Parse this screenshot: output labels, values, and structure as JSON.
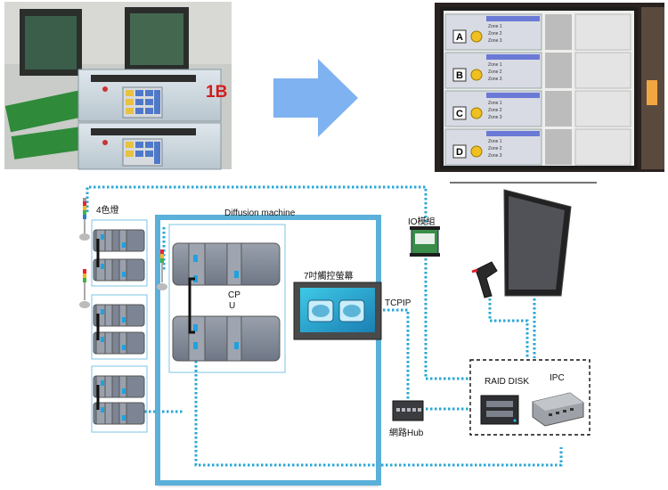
{
  "labels": {
    "light_tower": "4色燈",
    "diffusion_machine": "Diffusion machine",
    "cpu_line1": "CP",
    "cpu_line2": "U",
    "touch_screen": "7吋觸控螢幕",
    "io_module": "IO模組",
    "tcpip": "TCPIP",
    "raid_disk": "RAID DISK",
    "ipc": "IPC",
    "network_hub": "網路Hub",
    "hardware_tag": "1B"
  },
  "monitor_panel": {
    "zones": [
      "A",
      "B",
      "C",
      "D"
    ],
    "zone_rows": [
      "Zone 1",
      "Zone 2",
      "Zone 3"
    ]
  },
  "colors": {
    "link_dotted": "#29a7d4",
    "diffusion_frame": "#5ab0d8",
    "arrow": "#7fb2f0",
    "module_gray": "#7d8594",
    "module_light": "#b7bcc6",
    "indicator": "#1ea2e0",
    "cable": "#111111"
  },
  "icons": {
    "arrow": "right-arrow-icon",
    "hub": "network-hub-icon",
    "scanner": "barcode-scanner-icon",
    "raid": "raid-disk-icon",
    "ipc": "industrial-pc-icon",
    "io": "io-module-icon",
    "tower": "signal-light-tower-icon"
  }
}
